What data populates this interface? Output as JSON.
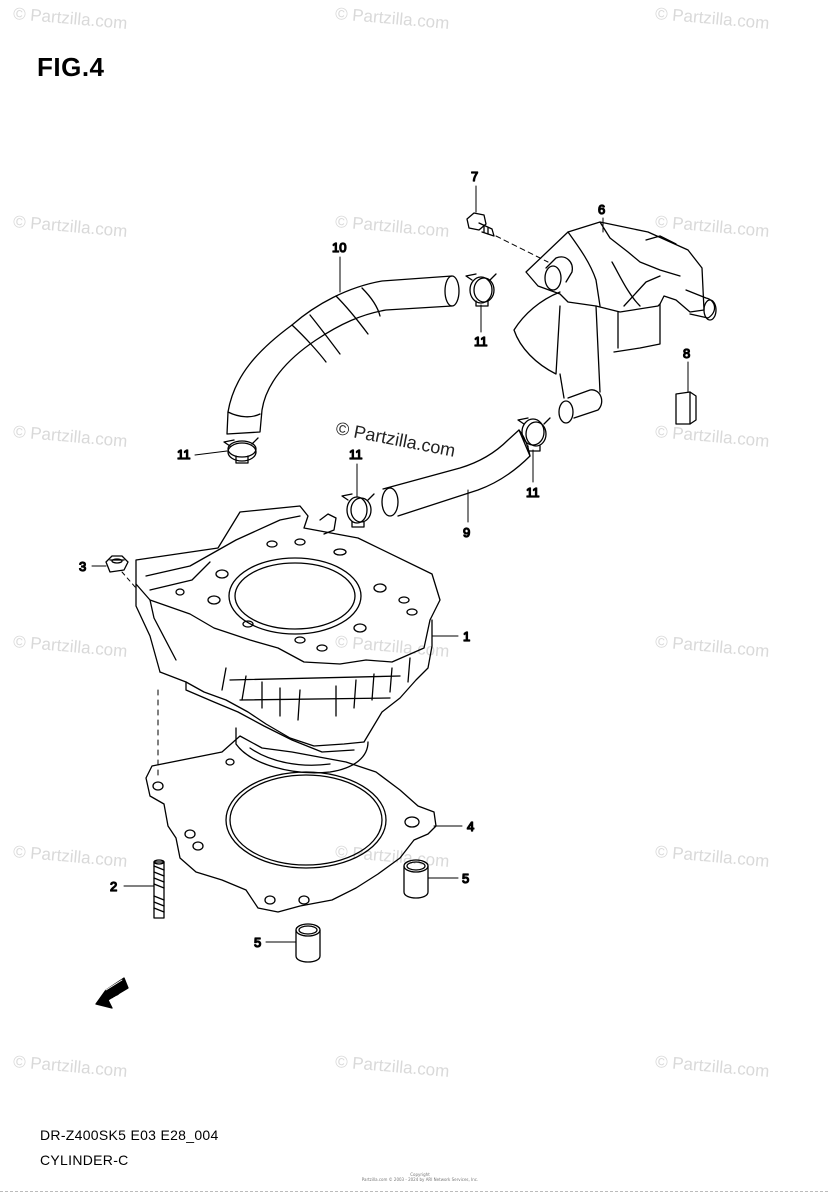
{
  "figure": {
    "title": "FIG.4",
    "model_code": "DR-Z400SK5 E03 E28_004",
    "diagram_name": "CYLINDER-C",
    "copyright_line1": "Copyright",
    "copyright_line2": "Partzilla.com © 2003 - 2024 by ARI Network Services, Inc."
  },
  "watermark": {
    "text": "© Partzilla.com",
    "center_text": "© Partzilla.com"
  },
  "callouts": {
    "c1": "1",
    "c2": "2",
    "c3": "3",
    "c4": "4",
    "c5a": "5",
    "c5b": "5",
    "c6": "6",
    "c7": "7",
    "c8": "8",
    "c9": "9",
    "c10": "10",
    "c11a": "11",
    "c11b": "11",
    "c11c": "11",
    "c11d": "11"
  },
  "fwd_arrow_label": "FWD"
}
